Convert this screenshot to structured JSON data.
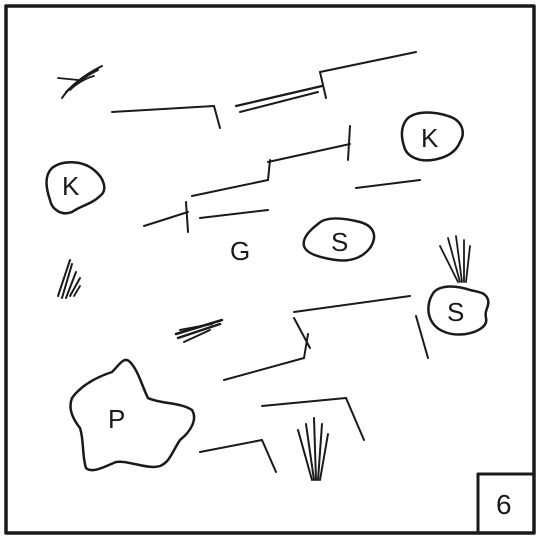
{
  "figure": {
    "labels": {
      "k_upper_right": "K",
      "k_left": "K",
      "g_center": "G",
      "s_center": "S",
      "s_right": "S",
      "p_lower_left": "P"
    },
    "page_number": "6"
  }
}
